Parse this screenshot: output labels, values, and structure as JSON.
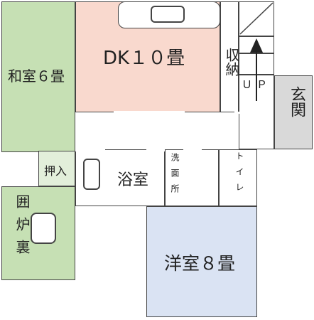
{
  "rooms": {
    "washitsu": {
      "label": "和室６畳",
      "fill": "#c6e0b4"
    },
    "dk": {
      "label": "DK１０畳",
      "fill": "#f9d9ce"
    },
    "storage": {
      "label": "収納"
    },
    "stairs": {
      "label": "ＵＰ"
    },
    "genkan": {
      "label": "玄関",
      "fill": "#d9d9d9"
    },
    "oshiire": {
      "label": "押入",
      "fill": "#e2efda"
    },
    "bath": {
      "label": "浴室"
    },
    "senmen": {
      "label": "洗面所"
    },
    "toilet": {
      "label": "トイレ"
    },
    "irori": {
      "label": "囲炉裏",
      "fill": "#c6e0b4"
    },
    "yoshitsu": {
      "label": "洋室８畳",
      "fill": "#dae3f3"
    }
  }
}
